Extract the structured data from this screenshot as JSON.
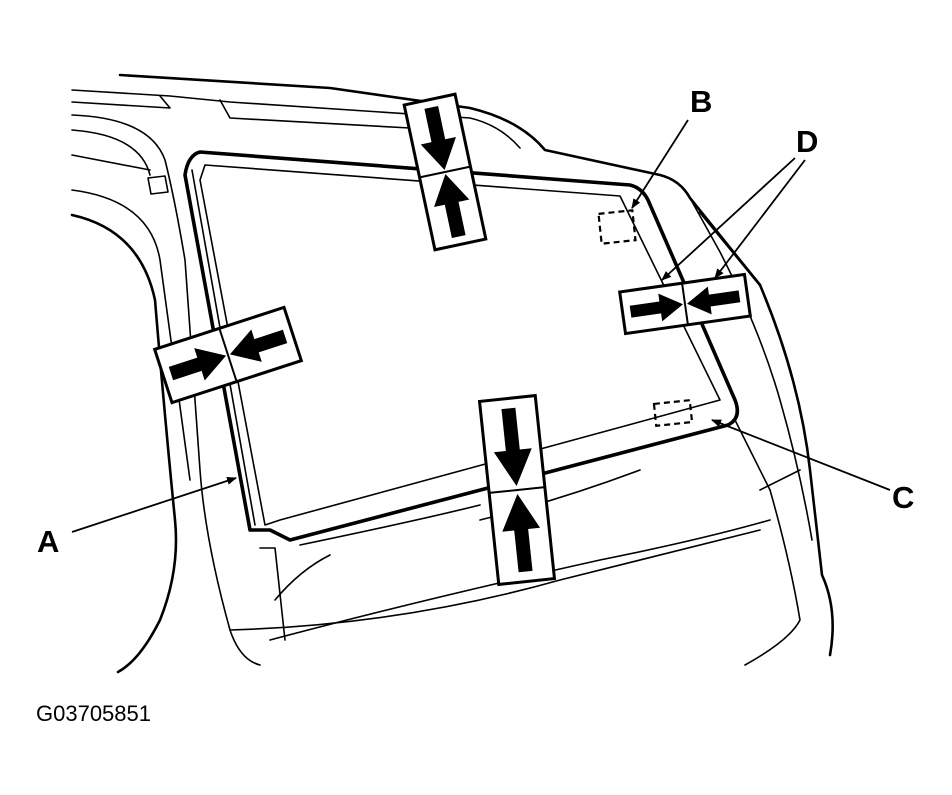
{
  "figure": {
    "figure_id": "G03705851",
    "callouts": {
      "a": "A",
      "b": "B",
      "c": "C",
      "d": "D"
    },
    "stroke_color": "#000000",
    "background_color": "#ffffff",
    "arrow_boxes": [
      {
        "name": "top-vertical-arrows",
        "arrows": "pointing-together-vertical"
      },
      {
        "name": "left-horizontal-arrows",
        "arrows": "pointing-together-horizontal"
      },
      {
        "name": "bottom-vertical-arrows",
        "arrows": "pointing-together-vertical"
      },
      {
        "name": "right-horizontal-arrows",
        "arrows": "pointing-together-horizontal"
      }
    ]
  }
}
